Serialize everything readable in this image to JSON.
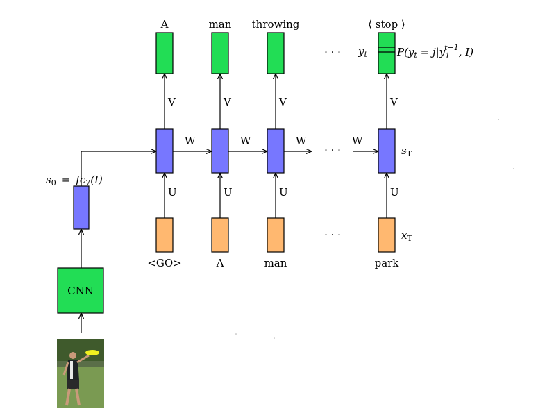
{
  "colors": {
    "output_box": "#22dd55",
    "hidden_box": "#7777ff",
    "input_box": "#ffb870",
    "cnn_box": "#22dd55",
    "stroke": "#000000"
  },
  "labels": {
    "out_words": [
      "A",
      "man",
      "throwing",
      "⟨ stop ⟩"
    ],
    "in_words": [
      "<GO>",
      "A",
      "man",
      "park"
    ],
    "V": "V",
    "W": "W",
    "U": "U",
    "cnn": "CNN",
    "dots": "· · ·",
    "s0_prefix": "s",
    "s0_sub": "0",
    "s0_eq": "=",
    "fc7_main": "fc",
    "fc7_sub": "7",
    "fc7_arg": "(I)",
    "sT_main": "s",
    "sT_sub": "T",
    "xT_main": "x",
    "xT_sub": "T",
    "yt_main": "y",
    "yt_sub": "t",
    "prob_main": "P(y",
    "prob_sub_t": "t",
    "prob_eq": " = j|y",
    "prob_sub_1": "1",
    "prob_sup": "t−1",
    "prob_end": ", I)"
  },
  "photo": {
    "icon": "frisbee-player-photo"
  }
}
